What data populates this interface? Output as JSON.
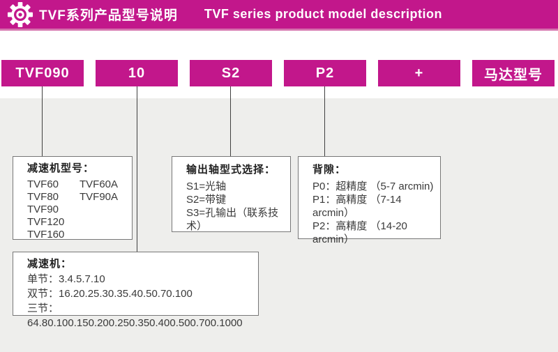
{
  "header": {
    "icon": "gear-icon",
    "title_cn": "TVF系列产品型号说明",
    "title_en": "TVF series product model description"
  },
  "colors": {
    "accent_magenta": "#c2178b",
    "accent_magenta_light": "#d573ae",
    "panel_bg": "#eeeeec",
    "box_border": "#777777",
    "connector_line": "#3f3f3f",
    "text": "#3a3a3a"
  },
  "model_blocks": [
    {
      "label": "TVF090"
    },
    {
      "label": "10"
    },
    {
      "label": "S2"
    },
    {
      "label": "P2"
    },
    {
      "label": "+"
    },
    {
      "label": "马达型号"
    }
  ],
  "boxes": {
    "model": {
      "title": "减速机型号：",
      "col1": [
        "TVF60",
        "TVF80",
        "TVF90",
        "TVF120",
        "TVF160"
      ],
      "col2": [
        "TVF60A",
        "TVF90A"
      ]
    },
    "output_shaft": {
      "title": "输出轴型式选择：",
      "lines": [
        "S1=光轴",
        "S2=带键",
        "S3=孔输出（联系技术）"
      ]
    },
    "backlash": {
      "title": "背隙：",
      "lines": [
        "P0：超精度 （5-7 arcmin)",
        "P1：高精度 （7-14 arcmin）",
        "P2：高精度 （14-20 arcmin）"
      ]
    },
    "ratio": {
      "title": "减速机：",
      "lines": [
        "单节：3.4.5.7.10",
        "双节：16.20.25.30.35.40.50.70.100",
        "三节：64.80.100.150.200.250.350.400.500.700.1000"
      ]
    }
  }
}
